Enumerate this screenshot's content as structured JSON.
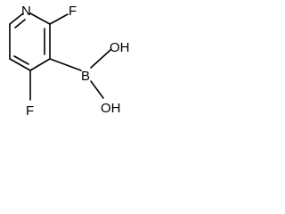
{
  "molecule": {
    "atoms": {
      "ring_nitrogen": "N",
      "fluorine_top": "F",
      "fluorine_bottom": "F",
      "boron": "B",
      "hydroxyl_upper": "OH",
      "hydroxyl_lower": "OH"
    }
  }
}
